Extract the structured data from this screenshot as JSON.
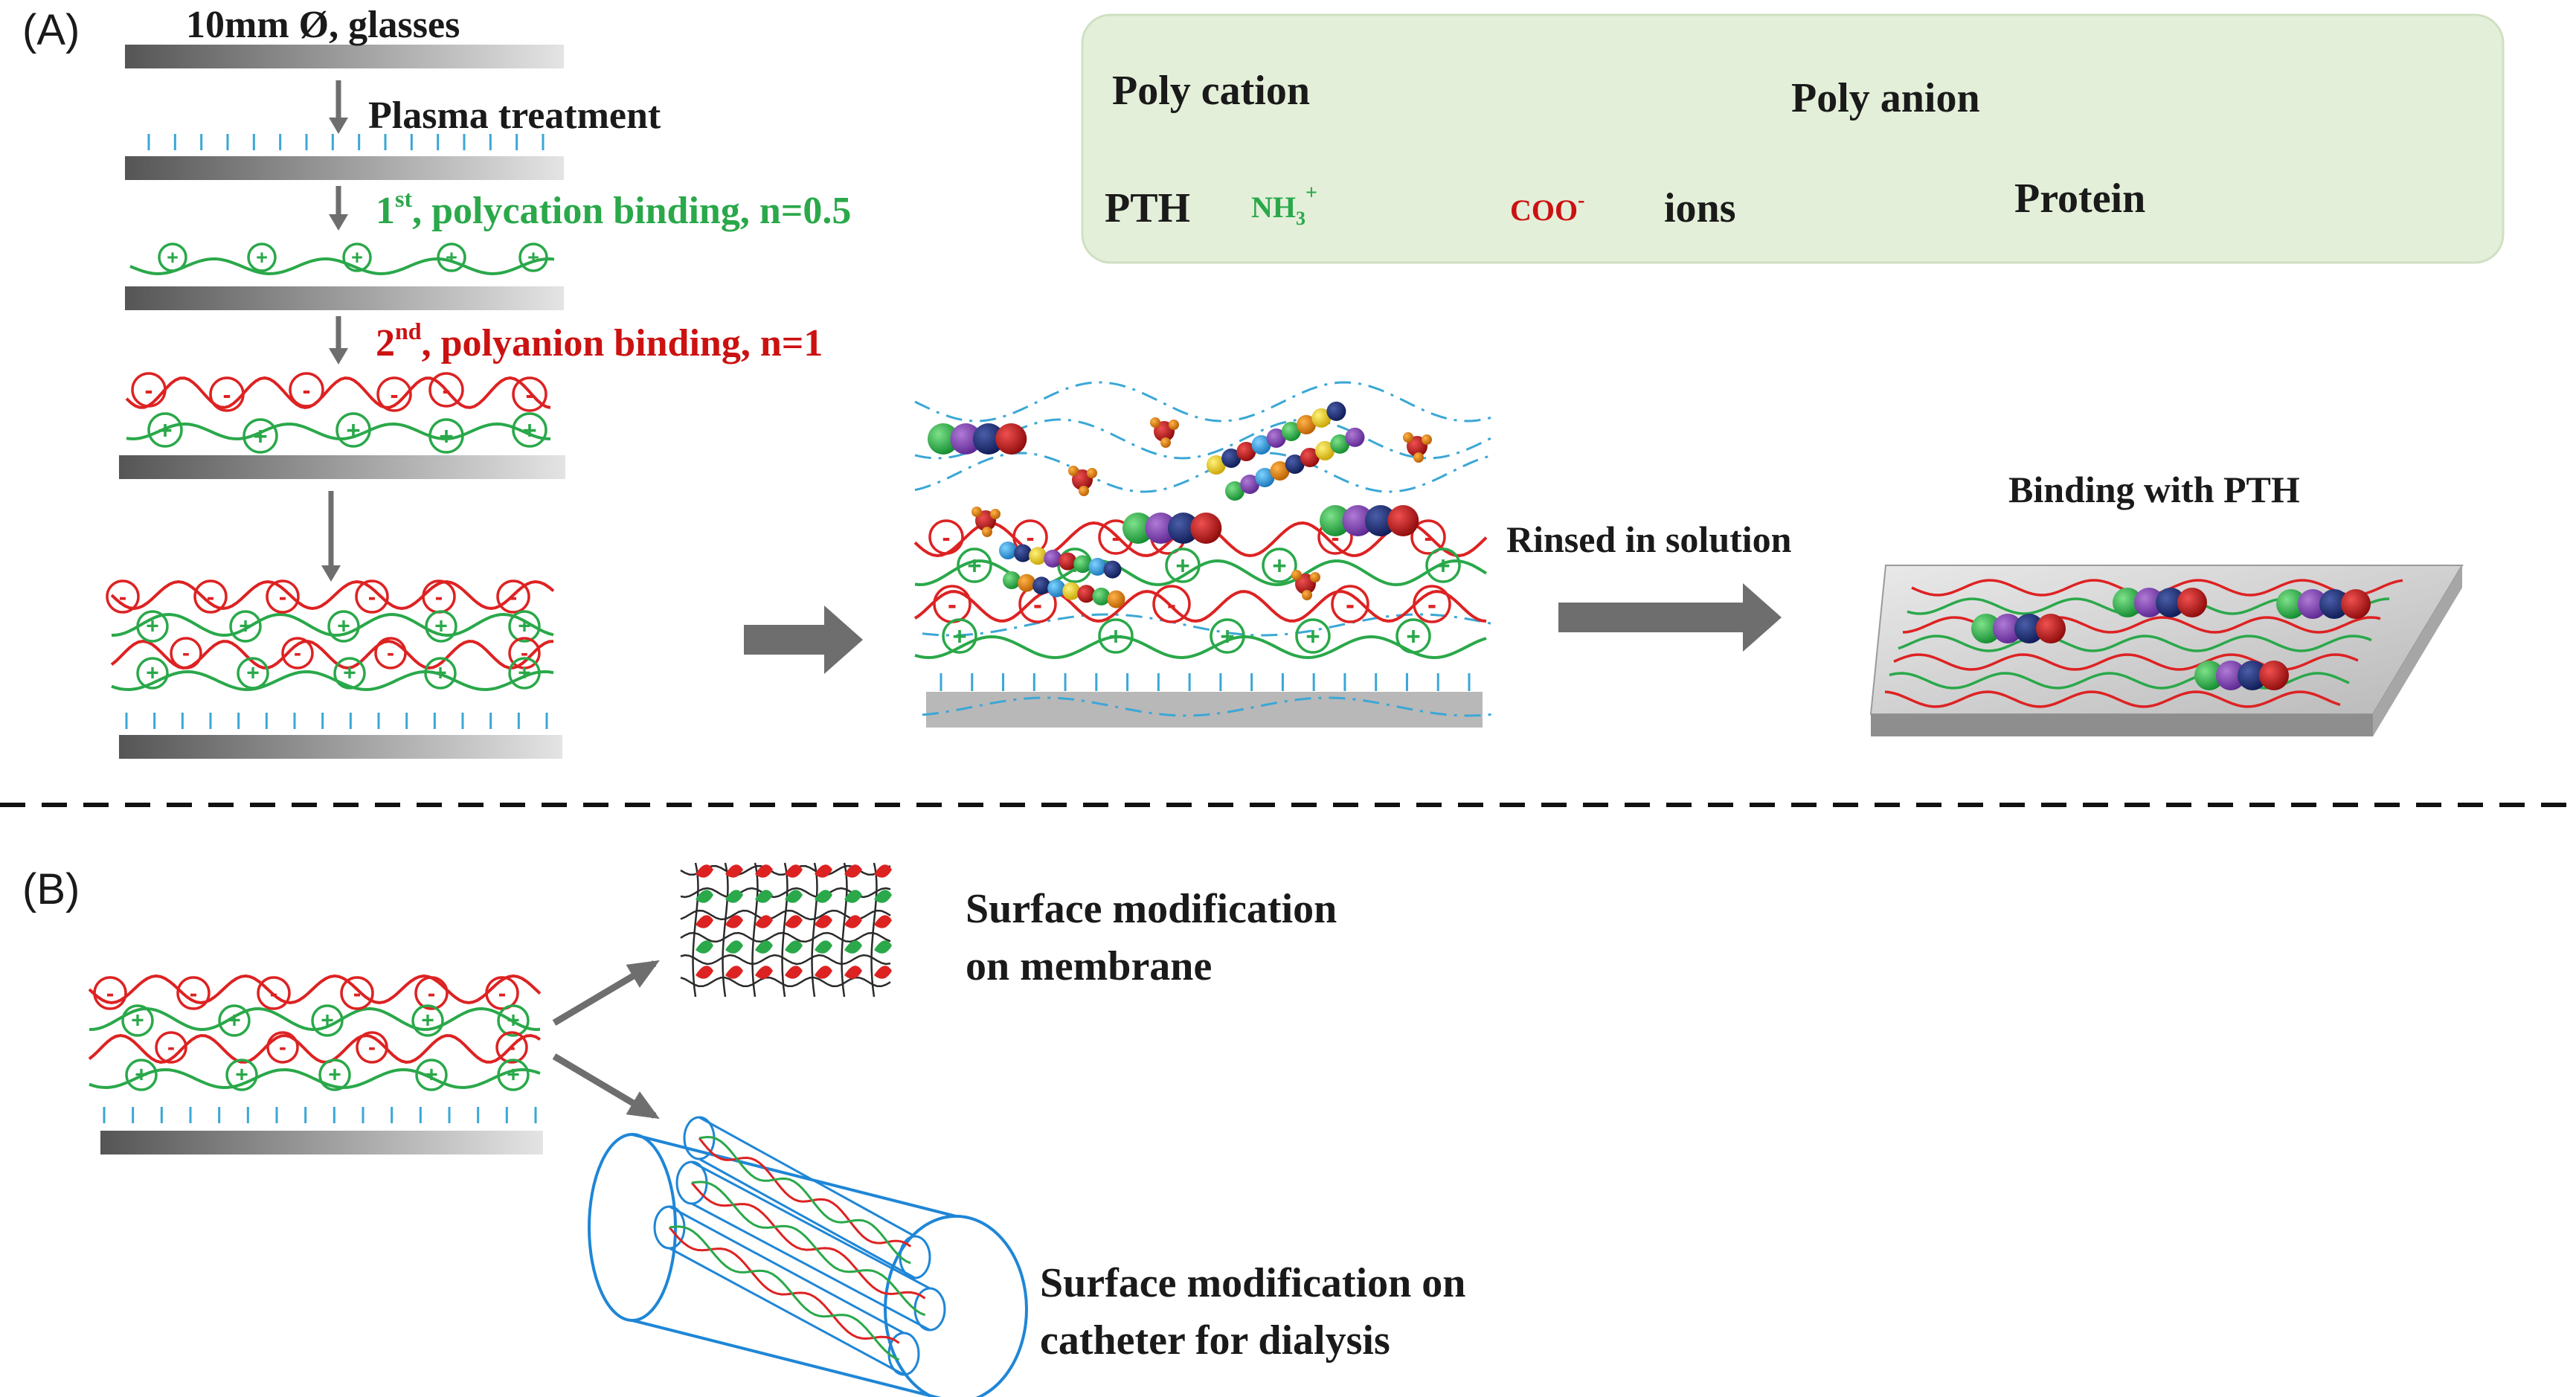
{
  "panel_a": {
    "label": "(A)",
    "steps": {
      "substrate": "10mm Ø,  glasses",
      "plasma": "Plasma treatment",
      "first_main": "1",
      "first_sup": "st",
      "first_rest": ", polycation binding, n=0.5",
      "second_main": "2",
      "second_sup": "nd",
      "second_rest": ", polyanion binding, n=1"
    },
    "legend": {
      "poly_cation": "Poly cation",
      "poly_anion": "Poly anion",
      "pth": "PTH",
      "nh3": "NH",
      "nh3_sub": "3",
      "nh3_sup": "+",
      "coo": "COO",
      "coo_sup": "-",
      "ions": "ions",
      "protein": "Protein"
    },
    "rinsed": "Rinsed in solution",
    "binding_pth": "Binding with PTH"
  },
  "panel_b": {
    "label": "(B)",
    "membrane_line1": "Surface modification",
    "membrane_line2": "on membrane",
    "catheter_line1": "Surface modification on",
    "catheter_line2": "catheter for dialysis"
  },
  "signs": {
    "plus": "+",
    "minus": "-"
  },
  "colors": {
    "polycation": "#2aa84a",
    "polyanion": "#dd2222",
    "legend_bg": "#e3efd9",
    "arrow": "#6e6e6e",
    "water": "#3aa7d6",
    "catheter": "#1f86d6"
  }
}
